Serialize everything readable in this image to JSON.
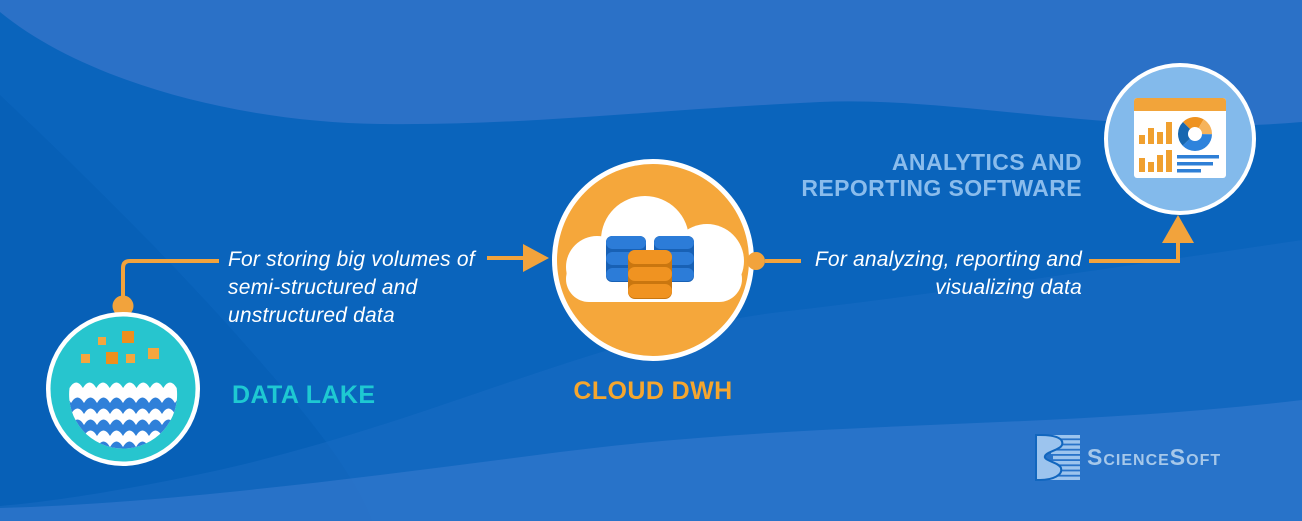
{
  "diagram": {
    "nodes": {
      "data_lake": {
        "label": "DATA LAKE",
        "icon": "water-lake-with-data-squares-icon"
      },
      "cloud_dwh": {
        "label": "CLOUD DWH",
        "icon": "cloud-with-database-cylinders-icon"
      },
      "analytics": {
        "label_line1": "ANALYTICS AND",
        "label_line2": "REPORTING SOFTWARE",
        "icon": "dashboard-report-icon"
      }
    },
    "annotations": {
      "storing": {
        "line1": "For storing big volumes of",
        "line2": "semi-structured and",
        "line3": "unstructured data"
      },
      "analyzing": {
        "line1": "For analyzing, reporting and",
        "line2": "visualizing data"
      }
    },
    "colors": {
      "background": "#0A64BC",
      "accent_orange": "#F2A33C",
      "teal_node": "#27C5CE",
      "orange_node": "#F5A73B",
      "light_blue_node": "#83BAEB",
      "teal_label": "#1EC9D2",
      "orange_label": "#F5A62E",
      "light_blue_label": "#8ABCEC"
    }
  },
  "branding": {
    "company": "ScienceSoft"
  }
}
